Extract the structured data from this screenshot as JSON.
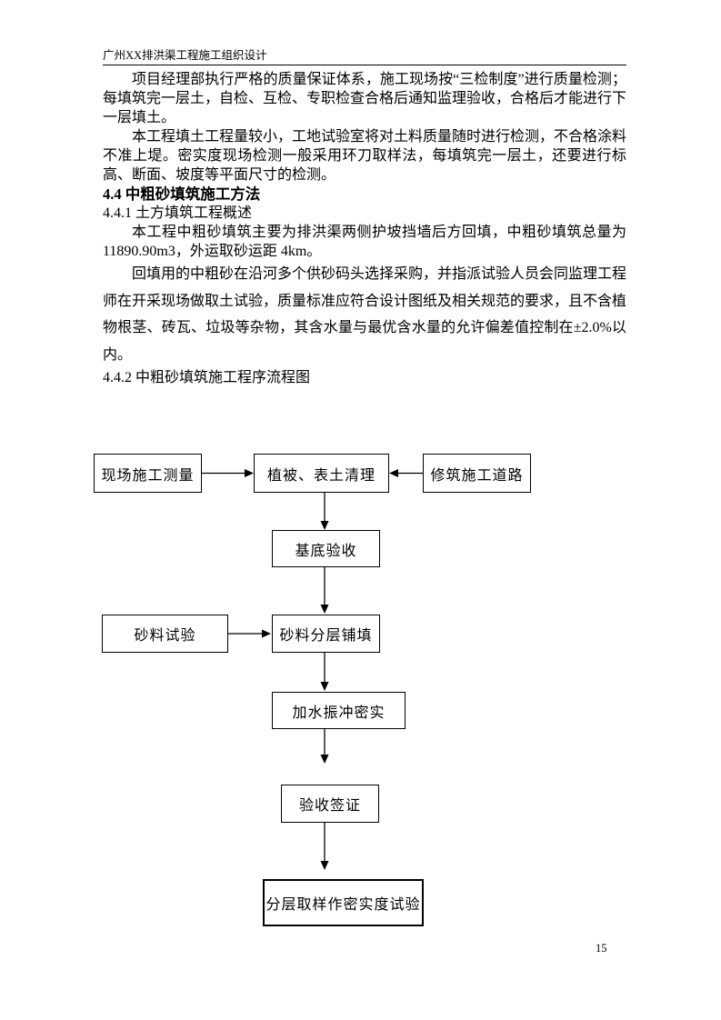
{
  "header": {
    "title": "广州XX排洪渠工程施工组织设计"
  },
  "content": {
    "para_quality_system": "项目经理部执行严格的质量保证体系，施工现场按“三检制度”进行质量检测；每填筑完一层土，自检、互检、专职检查合格后通知监理验收，合格后才能进行下一层填土。",
    "para_fill_inspection": "本工程填土工程量较小，工地试验室将对土料质量随时进行检测，不合格涂料不准上堤。密实度现场检测一般采用环刀取样法，每填筑完一层土，还要进行标高、断面、坡度等平面尺寸的检测。",
    "heading_4_4": "4.4 中粗砂填筑施工方法",
    "heading_4_4_1": "4.4.1 土方填筑工程概述",
    "para_sand_overview": "本工程中粗砂填筑主要为排洪渠两侧护坡挡墙后方回填，中粗砂填筑总量为11890.90m3，外运取砂运距 4km。",
    "para_sand_purchase": "回填用的中粗砂在沿河多个供砂码头选择采购，并指派试验人员会同监理工程师在开采现场做取土试验，质量标准应符合设计图纸及相关规范的要求，且不含植物根茎、砖瓦、垃圾等杂物，其含水量与最优含水量的允许偏差值控制在±2.0%以内。",
    "heading_4_4_2": "4.4.2 中粗砂填筑施工程序流程图"
  },
  "flowchart": {
    "nodes": [
      {
        "id": "site-survey",
        "label": "现场施工测量"
      },
      {
        "id": "vegetation-topsoil-clearing",
        "label": "植被、表土清理"
      },
      {
        "id": "construction-road",
        "label": "修筑施工道路"
      },
      {
        "id": "foundation-acceptance",
        "label": "基底验收"
      },
      {
        "id": "sand-material-test",
        "label": "砂料试验"
      },
      {
        "id": "sand-layered-filling",
        "label": "砂料分层铺填"
      },
      {
        "id": "water-vibro-compaction",
        "label": "加水振冲密实"
      },
      {
        "id": "acceptance-signature",
        "label": "验收签证"
      },
      {
        "id": "layered-sampling-density-test",
        "label": "分层取样作密实度试验"
      }
    ]
  },
  "footer": {
    "page_number": "15"
  }
}
